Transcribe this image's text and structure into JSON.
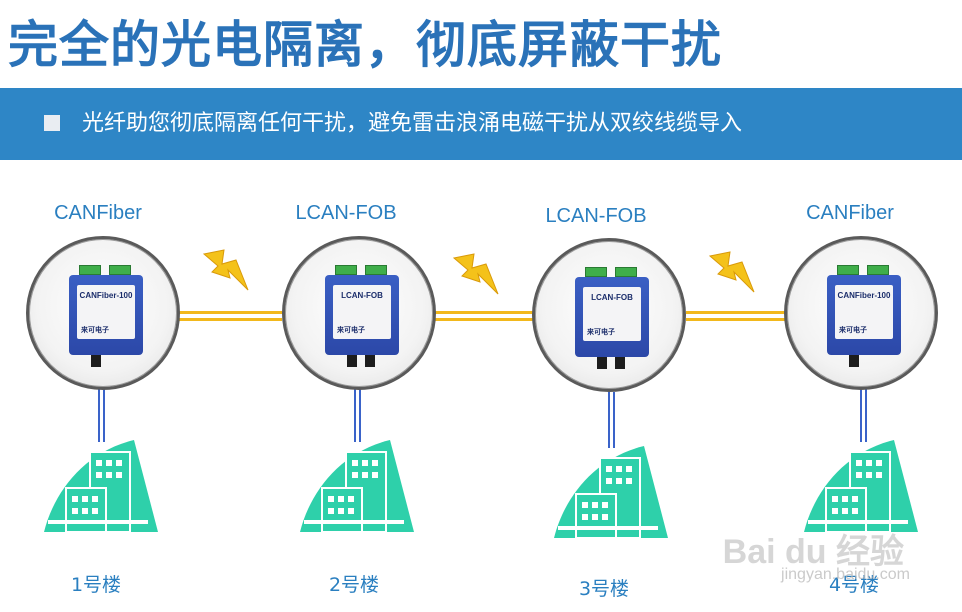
{
  "headline": "完全的光电隔离，彻底屏蔽干扰",
  "banner": {
    "text": "光纤助您彻底隔离任何干扰，避免雷击浪涌电磁干扰从双绞线缆导入"
  },
  "nodes": [
    {
      "label": "CANFiber",
      "device_text": "CANFiber-100",
      "brand": "来可电子",
      "building": "1号楼"
    },
    {
      "label": "LCAN-FOB",
      "device_text": "LCAN-FOB",
      "brand": "来可电子",
      "building": "2号楼"
    },
    {
      "label": "LCAN-FOB",
      "device_text": "LCAN-FOB",
      "brand": "来可电子",
      "building": "3号楼"
    },
    {
      "label": "CANFiber",
      "device_text": "CANFiber-100",
      "brand": "来可电子",
      "building": "4号楼"
    }
  ],
  "watermark": {
    "logo": "Bai du 经验",
    "url": "jingyan.baidu.com"
  },
  "colors": {
    "title": "#2a72b8",
    "banner": "#2e86c6",
    "fiber_line": "#f2b81c",
    "cable_line": "#3a63c9",
    "building": "#2ed0aa",
    "lightning": "#f4c21a",
    "device_body": "#2c48a8"
  }
}
